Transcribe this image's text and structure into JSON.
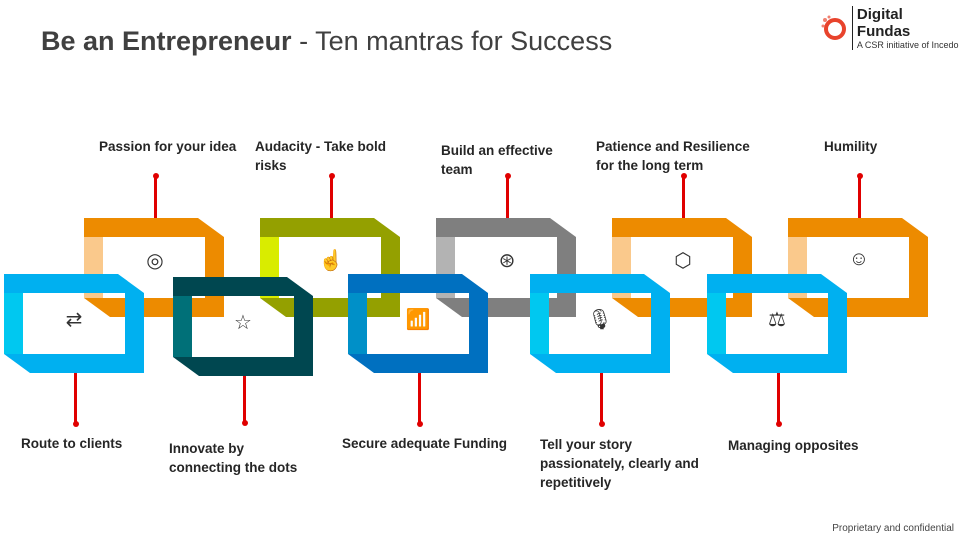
{
  "title": {
    "bold": "Be an Entrepreneur",
    "rest": " - Ten mantras for Success"
  },
  "logo": {
    "name": "Digital Fundas",
    "tagline": "A CSR initiative of Incedo"
  },
  "mantras_top": [
    {
      "label": "Passion for your idea",
      "icon": "people-network-icon",
      "color": "#ED8B00",
      "light": "#FAC98C"
    },
    {
      "label": "Audacity - Take bold risks",
      "icon": "hand-tap-icon",
      "color": "#94A000",
      "light": "#D9EC00"
    },
    {
      "label": "Build an effective team",
      "icon": "venn-heart-icon",
      "color": "#7F7F7F",
      "light": "#B3B3B3"
    },
    {
      "label": "Patience and Resilience for the long term",
      "icon": "cube-gear-icon",
      "color": "#ED8B00",
      "light": "#FAC98C"
    },
    {
      "label": "Humility",
      "icon": "head-chip-icon",
      "color": "#ED8B00",
      "light": "#FAC98C"
    }
  ],
  "mantras_bottom": [
    {
      "label": "Route to clients",
      "icon": "user-exchange-icon",
      "color": "#00B0F0",
      "light": "#00C8F0"
    },
    {
      "label": "Innovate by connecting the dots",
      "icon": "star-diamond-icon",
      "color": "#004750",
      "light": "#007078"
    },
    {
      "label": "Secure adequate Funding",
      "icon": "bar-chart-growth-icon",
      "color": "#0070C0",
      "light": "#0090C8"
    },
    {
      "label": "Tell your story passionately, clearly and repetitively",
      "icon": "microphone-icon",
      "color": "#00B0F0",
      "light": "#00C8F0"
    },
    {
      "label": "Managing opposites",
      "icon": "balance-seesaw-icon",
      "color": "#00B0F0",
      "light": "#00C8F0"
    }
  ],
  "footer": "Proprietary and confidential"
}
